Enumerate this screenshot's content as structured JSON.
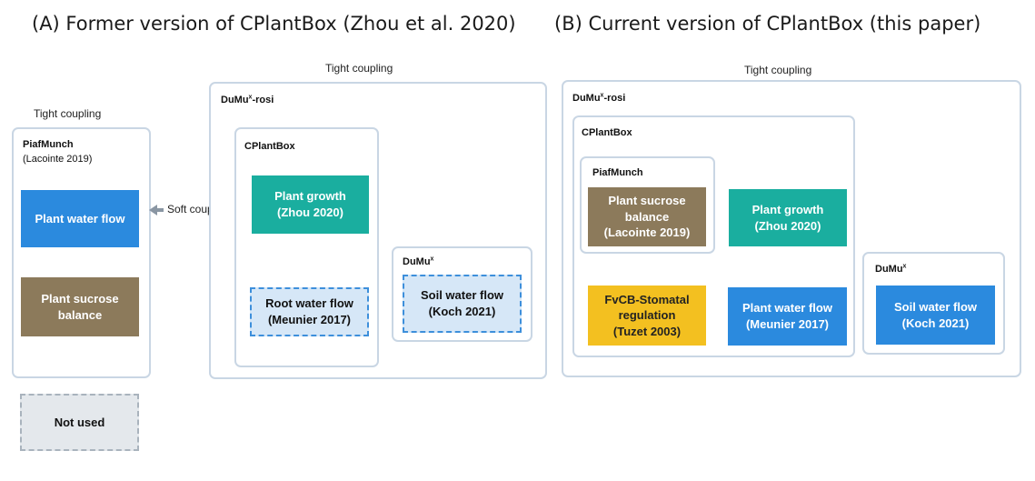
{
  "panel_a": {
    "heading": "(A) Former version of CPlantBox (Zhou et al. 2020)",
    "left_coupling_caption": "Tight coupling",
    "right_coupling_caption": "Tight coupling",
    "piafmunch": {
      "title": "PiafMunch",
      "subtitle": "(Lacointe 2019)",
      "modules": [
        "Plant water flow",
        "Plant sucrose\nbalance"
      ]
    },
    "soft_coupling_label": "Soft coupling",
    "dumux_rosi": {
      "title_main": "DuMu",
      "title_sup": "x",
      "title_rest": "-rosi"
    },
    "cplantbox": {
      "title": "CPlantBox",
      "modules": [
        "Plant growth\n(Zhou 2020)",
        "Root water flow\n(Meunier 2017)"
      ]
    },
    "dumux": {
      "title_main": "DuMu",
      "title_sup": "x",
      "modules": [
        "Soil water flow\n(Koch 2021)"
      ]
    },
    "legend_not_used": "Not used"
  },
  "panel_b": {
    "heading": "(B) Current version of CPlantBox (this paper)",
    "coupling_caption": "Tight coupling",
    "dumux_rosi": {
      "title_main": "DuMu",
      "title_sup": "x",
      "title_rest": "-rosi"
    },
    "cplantbox": {
      "title": "CPlantBox"
    },
    "piafmunch": {
      "title": "PiafMunch",
      "modules": [
        "Plant sucrose\nbalance\n(Lacointe 2019)"
      ]
    },
    "modules": [
      "Plant growth\n(Zhou 2020)",
      "FvCB-Stomatal\nregulation\n(Tuzet 2003)",
      "Plant water flow\n(Meunier 2017)"
    ],
    "dumux": {
      "title_main": "DuMu",
      "title_sup": "x",
      "modules": [
        "Soil water flow\n(Koch 2021)"
      ]
    }
  },
  "colors": {
    "frame_border": "#c9d6e4",
    "teal": "#1aae9f",
    "blue": "#2b8ade",
    "brown": "#8c7a5b",
    "gold": "#f3c020",
    "light_blue": "#d6e7f7",
    "gray": "#e4e8ec"
  }
}
